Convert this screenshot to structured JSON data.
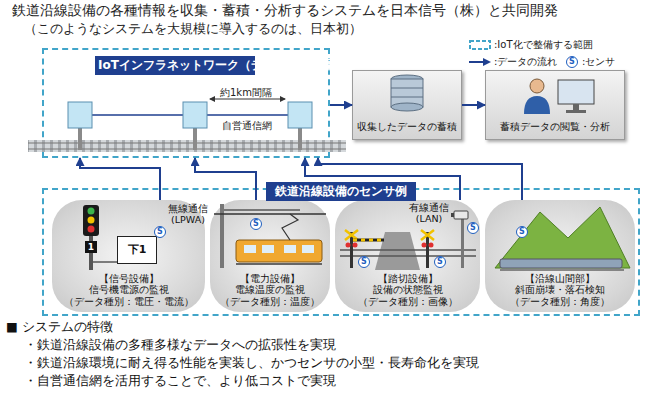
{
  "diagram": {
    "title": "鉄道沿線設備の各種情報を収集・蓄積・分析するシステムを日本信号（株）と共同開発",
    "nodes": [
      {
        "text": [
          "IoTインフラネットワーク（データ収集装置）"
        ]
      },
      {
        "text": [
          "収集したデータの蓄積"
        ]
      },
      {
        "text": [
          "蓄積データの閲覧・分析"
        ]
      },
      {
        "text": [
          "鉄道沿線設備のセンサ例"
        ]
      },
      {
        "text": [
          "【信号設備】",
          "信号機電源の監視",
          "（データ種別：電圧・電流）"
        ],
        "in": 3
      },
      {
        "text": [
          "【電力設備】",
          "電線温度の監視",
          "（データ種別：温度）"
        ],
        "in": 3
      },
      {
        "text": [
          "【踏切設備】",
          "設備の状態監視",
          "（データ種別：画像）"
        ],
        "in": 3
      },
      {
        "text": [
          "【沿線山間部】",
          "斜面崩壊・落石検知",
          "（データ種別：角度）"
        ],
        "in": 3
      },
      {
        "text": [
          "下1"
        ],
        "in": 4
      }
    ],
    "edges": [
      {
        "from": 0,
        "to": 1,
        "arrow": "to"
      },
      {
        "from": 1,
        "to": 2,
        "arrow": "to"
      },
      {
        "from": 4,
        "to": 0,
        "label": "無線通信 (LPWA)",
        "arrow": "to"
      },
      {
        "from": 5,
        "to": 0,
        "arrow": "to"
      },
      {
        "from": 6,
        "to": 0,
        "label": "有線通信 (LAN)",
        "arrow": "to"
      },
      {
        "from": 7,
        "to": 0,
        "arrow": "to"
      }
    ],
    "labels": [
      "（このようなシステムを大規模に導入するのは、日本初）",
      "S",
      "約1km間隔",
      "自営通信網",
      "1",
      "S",
      "S",
      "S",
      "S",
      "S",
      "S",
      "■ システムの特徴",
      "・鉄道沿線設備の多種多様なデータへの拡張性を実現",
      "・鉄道沿線環境に耐え得る性能を実装し、かつセンサの小型・長寿命化を実現",
      "・自営通信網を活用することで、より低コストで実現"
    ],
    "legend": [
      {
        "text": ":IoT化で整備する範囲"
      },
      {
        "text": ":データの流れ"
      },
      {
        "text": ":センサ"
      }
    ]
  }
}
